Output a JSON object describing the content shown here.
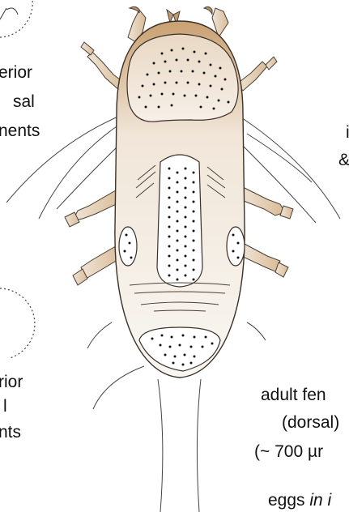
{
  "labels": {
    "anterior_line1": "erior",
    "anterior_line2": "sal",
    "anterior_line3": "nents",
    "posterior_line1": "rior",
    "posterior_line2": "l",
    "posterior_line3": "nts",
    "right_partial_1": "i",
    "right_partial_2": "&",
    "adult_line1": "adult fen",
    "adult_line2": "(dorsal)",
    "adult_line3": "(~ 700 µr",
    "eggs_prefix": "eggs ",
    "eggs_italic": "in i"
  },
  "colors": {
    "outline": "#4a3f35",
    "body_top": "#cfa77a",
    "body_bottom": "#f7f4ef",
    "shield": "#ffffff",
    "leg_fill": "#e8d6c0",
    "dot": "#111111"
  },
  "icons": [
    "mite-body",
    "shield-plate",
    "leg-segment",
    "circle-dotted"
  ]
}
